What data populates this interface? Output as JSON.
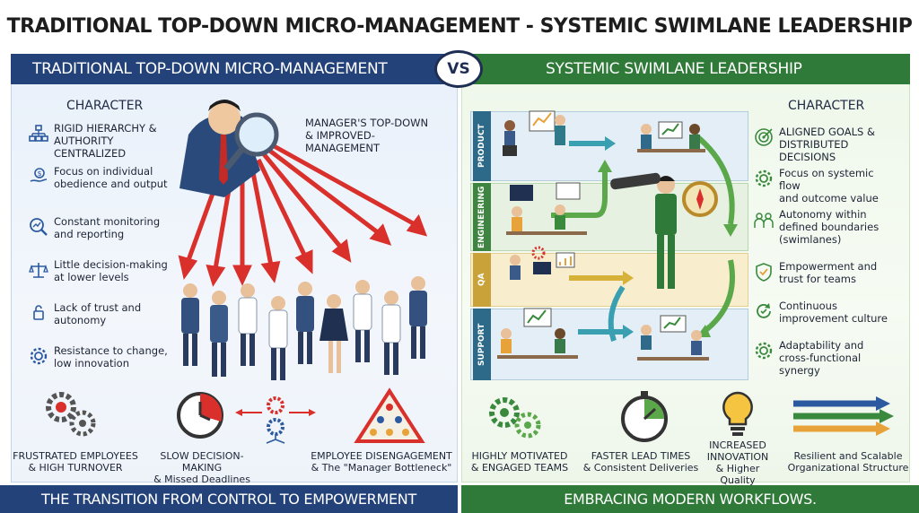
{
  "title": "TRADITIONAL TOP-DOWN MICRO-MANAGEMENT - SYSTEMIC SWIMLANE LEADERSHIP",
  "vs": "VS",
  "left": {
    "banner": "TRADITIONAL TOP-DOWN MICRO-MANAGEMENT",
    "character_heading": "CHARACTER",
    "callout": "MANAGER'S TOP-DOWN\n& IMPROVED-MANAGEMENT",
    "items": [
      {
        "icon": "hierarchy-icon",
        "text": "RIGID HIERARCHY &\nAUTHORITY CENTRALIZED"
      },
      {
        "icon": "dollar-hand-icon",
        "text": "Focus on individual\nobedience and output"
      },
      {
        "icon": "monitoring-icon",
        "text": "Constant monitoring\nand reporting"
      },
      {
        "icon": "scales-icon",
        "text": "Little decision-making\nat lower levels"
      },
      {
        "icon": "handshake-icon",
        "text": "Lack of trust and\nautonomy"
      },
      {
        "icon": "gear-icon",
        "text": "Resistance to change,\nlow innovation"
      }
    ],
    "outcomes": [
      {
        "icon": "broken-gears-icon",
        "text": "FRUSTRATED EMPLOYEES\n& HIGH TURNOVER"
      },
      {
        "icon": "clock-icon",
        "text": "SLOW DECISION-MAKING\n& Missed Deadlines"
      },
      {
        "icon": "pyramid-icon",
        "text": "EMPLOYEE DISENGAGEMENT\n& The \"Manager Bottleneck\""
      }
    ],
    "footer": "THE TRANSITION FROM CONTROL TO EMPOWERMENT"
  },
  "right": {
    "banner": "SYSTEMIC SWIMLANE LEADERSHIP",
    "character_heading": "CHARACTER",
    "lanes": [
      "PRODUCT",
      "ENGINEERING",
      "QA",
      "SUPPORT"
    ],
    "items": [
      {
        "icon": "target-icon",
        "text": "ALIGNED GOALS &\nDISTRIBUTED DECISIONS"
      },
      {
        "icon": "flow-gear-icon",
        "text": "Focus on systemic flow\nand outcome value"
      },
      {
        "icon": "people-icon",
        "text": "Autonomy within\ndefined boundaries\n(swimlanes)"
      },
      {
        "icon": "shield-check-icon",
        "text": "Empowerment and\ntrust for teams"
      },
      {
        "icon": "cycle-icon",
        "text": "Continuous\nimprovement culture"
      },
      {
        "icon": "adapt-gear-icon",
        "text": "Adaptability and\ncross-functional\nsynergy"
      }
    ],
    "outcomes": [
      {
        "icon": "green-gears-icon",
        "text": "HIGHLY MOTIVATED\n& ENGAGED TEAMS"
      },
      {
        "icon": "stopwatch-icon",
        "text": "FASTER LEAD TIMES\n& Consistent Deliveries"
      },
      {
        "icon": "lightbulb-icon",
        "text": "INCREASED\nINNOVATION\n& Higher Quality"
      },
      {
        "icon": "arrows-icon",
        "text": "Resilient and Scalable\nOrganizational Structure"
      }
    ],
    "footer": "EMBRACING MODERN WORKFLOWS."
  },
  "colors": {
    "navy": "#24427a",
    "green": "#2f7a38",
    "red": "#d9302c",
    "blue_icon": "#2c5aa0",
    "green_icon": "#3a8a3e"
  }
}
